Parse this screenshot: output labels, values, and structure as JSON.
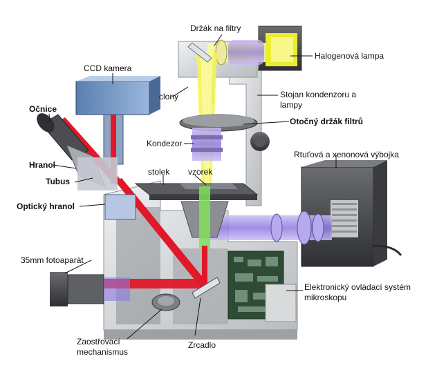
{
  "labels": {
    "filter_holder": "Držák na filtry",
    "halogen_lamp": "Halogenová lampa",
    "ccd_camera": "CCD kamera",
    "apertures": "clony",
    "condenser_stand": "Stojan kondenzoru a lampy",
    "eyepiece": "Očnice",
    "rotating_filter_holder": "Otočný držák filtrů",
    "condenser": "Kondezor",
    "mercury_xenon_lamp": "Rtuťová a xenonová výbojka",
    "prism": "Hranol",
    "stage": "stolek",
    "specimen": "vzorek",
    "tube": "Tubus",
    "optical_prism": "Optický hranol",
    "camera_35mm": "35mm fotoaparát",
    "electronic_control": "Elektronický ovládací systém mikroskopu",
    "focus_mechanism": "Zaostřovací mechanismus",
    "mirror": "Zrcadlo"
  },
  "colors": {
    "light_path_red": "#e0182a",
    "light_path_yellow": "#f2f25a",
    "light_path_green": "#7fe05a",
    "light_path_violet": "#9a86e8",
    "body_grey": "#d4d6d8",
    "dark_housing": "#4b4d50",
    "lamp_glow": "#ecec30"
  }
}
